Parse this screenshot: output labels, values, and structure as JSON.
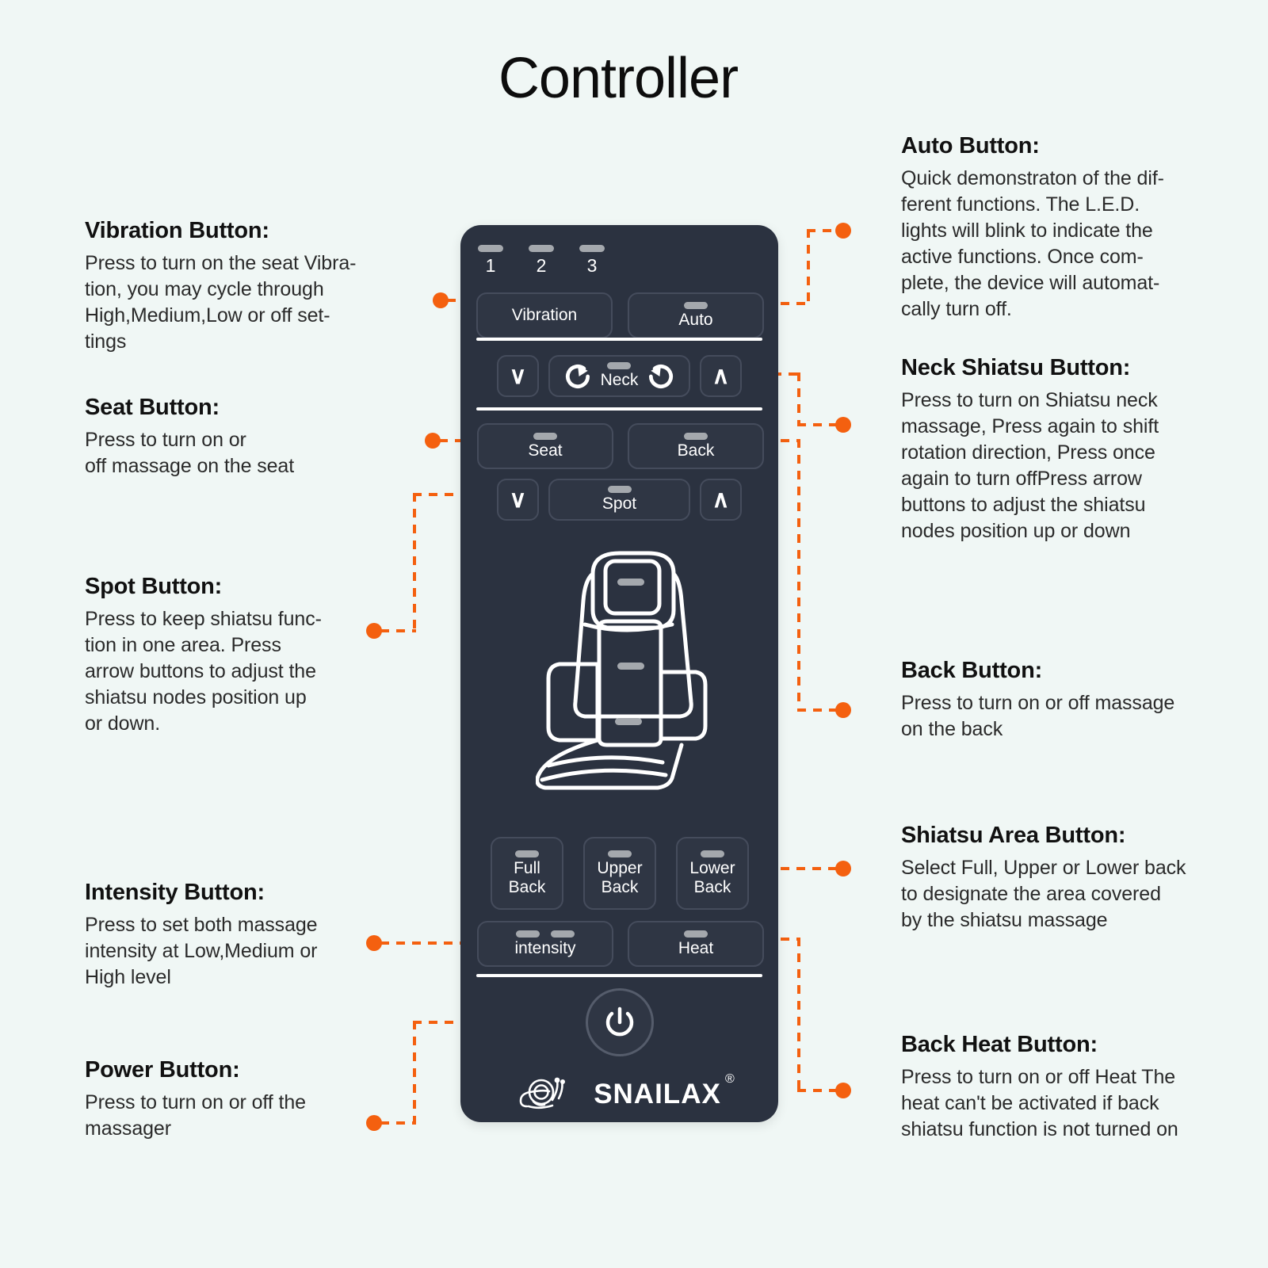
{
  "page": {
    "title": "Controller",
    "background_color": "#f0f7f5",
    "accent_color": "#f4600f",
    "device_body_color": "#2b3240"
  },
  "controller": {
    "led_indicators": [
      {
        "number": "1",
        "name": "led-1"
      },
      {
        "number": "2",
        "name": "led-2"
      },
      {
        "number": "3",
        "name": "led-3"
      }
    ],
    "buttons": {
      "vibration": "Vibration",
      "auto": "Auto",
      "neck": "Neck",
      "seat": "Seat",
      "back": "Back",
      "spot": "Spot",
      "full_back_line1": "Full",
      "full_back_line2": "Back",
      "upper_back_line1": "Upper",
      "upper_back_line2": "Back",
      "lower_back_line1": "Lower",
      "lower_back_line2": "Back",
      "intensity": "intensity",
      "heat": "Heat",
      "arrow_down": "∨",
      "arrow_up": "∧"
    },
    "brand": {
      "name": "SNAILAX",
      "registered": "®"
    }
  },
  "callouts": {
    "vibration": {
      "title": "Vibration Button:",
      "body": "Press to turn on the seat Vibra-\ntion, you may cycle through\nHigh,Medium,Low or off set-\ntings"
    },
    "seat": {
      "title": "Seat Button:",
      "body": "Press to turn on or\noff massage on the seat"
    },
    "spot": {
      "title": "Spot Button:",
      "body": "Press to keep shiatsu func-\ntion in one area. Press\narrow buttons to adjust the\nshiatsu nodes position up\nor down."
    },
    "intensity": {
      "title": "Intensity Button:",
      "body": "Press to set both massage\nintensity at Low,Medium or\nHigh level"
    },
    "power": {
      "title": "Power Button:",
      "body": "Press to turn on or off the\nmassager"
    },
    "auto": {
      "title": "Auto Button:",
      "body": "Quick demonstraton of the dif-\nferent functions.  The L.E.D.\nlights will blink to indicate the\nactive functions.  Once com-\nplete, the device will automat-\ncally turn off."
    },
    "neck_shiatsu": {
      "title": "Neck Shiatsu Button:",
      "body": "Press to turn on Shiatsu neck\nmassage, Press again to shift\nrotation direction, Press once\nagain to turn offPress arrow\nbuttons to adjust the shiatsu\nnodes position up or down"
    },
    "back": {
      "title": "Back Button:",
      "body": "Press to turn on or off massage\non the back"
    },
    "shiatsu_area": {
      "title": "Shiatsu Area Button:",
      "body": "Select Full, Upper or Lower back\nto designate the area covered\nby the shiatsu massage"
    },
    "back_heat": {
      "title": "Back Heat Button:",
      "body": "Press to turn on or off Heat The\nheat can't be activated if back\nshiatsu function is not turned on"
    }
  }
}
